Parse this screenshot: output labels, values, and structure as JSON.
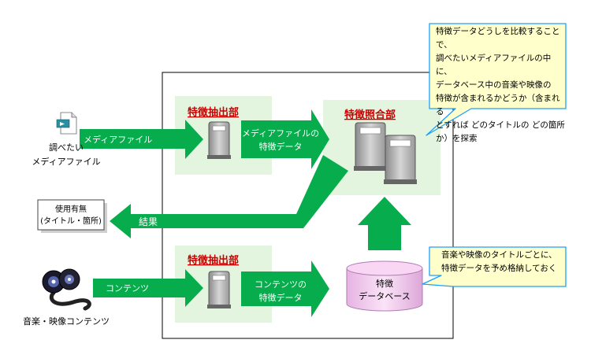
{
  "colors": {
    "arrow_green": "#07ad4c",
    "panel_green": "#e3f5df",
    "title_red": "#cc0000",
    "callout_fill": "#ffffcc",
    "callout_border": "#1aa0ff",
    "db_fill": "#f3c9ef",
    "db_border": "#b07cb0"
  },
  "icons": {
    "media_file": "media-file-icon",
    "cd_reels": "cd-film-reel-icon",
    "result_doc": "document-icon",
    "server": "server-icon",
    "database": "database-cylinder-icon"
  },
  "extract_top": {
    "title": "特徴抽出部",
    "input_label": "メディアファイル",
    "output_label_1": "メディアファイルの",
    "output_label_2": "特徴データ"
  },
  "extract_bottom": {
    "title": "特徴抽出部",
    "input_label": "コンテンツ",
    "output_label_1": "コンテンツの",
    "output_label_2": "特徴データ"
  },
  "matching": {
    "title": "特徴照合部"
  },
  "inputs": {
    "media_label_1": "調べたい",
    "media_label_2": "メディアファイル",
    "content_label": "音楽・映像コンテンツ"
  },
  "result": {
    "arrow_label": "結果",
    "doc_line_1": "使用有無",
    "doc_line_2": "(タイトル・箇所)"
  },
  "database": {
    "line_1": "特徴",
    "line_2": "データベース"
  },
  "callout_top": {
    "lines": [
      "特徴データどうしを比較することで、",
      "調べたいメディアファイルの中に、",
      "データベース中の音楽や映像の",
      "特徴が含まれるかどうか（含まれる",
      "とすれば どのタイトルの どの箇所",
      "か）を探索"
    ]
  },
  "callout_bottom": {
    "lines": [
      "音楽や映像のタイトルごとに、",
      "特徴データを予め格納しておく"
    ]
  }
}
